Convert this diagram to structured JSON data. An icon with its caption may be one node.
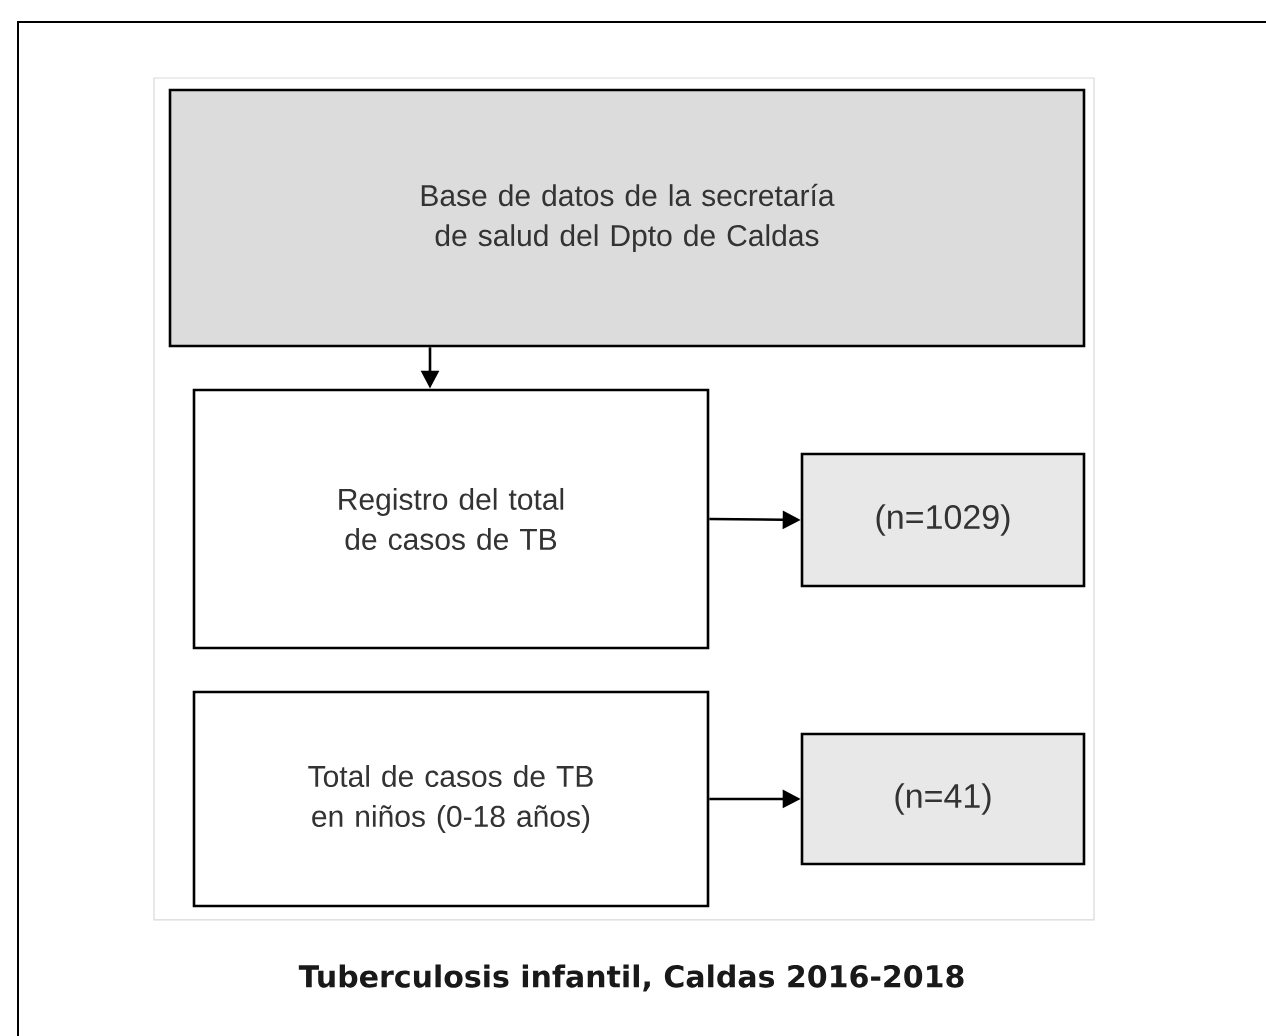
{
  "diagram": {
    "caption": "Tuberculosis infantil, Caldas 2016-2018",
    "nodes": [
      {
        "text": [
          "Base de datos de la secretaría de salud del Dpto de Caldas"
        ]
      },
      {
        "text": [
          "Registro del total de casos de TB"
        ]
      },
      {
        "text": [
          "(n=1029)"
        ]
      },
      {
        "text": [
          "Total de casos de TB en niños (0-18 años)"
        ]
      },
      {
        "text": [
          "(n=41)"
        ]
      }
    ],
    "edges": [
      {
        "from": 0,
        "to": 1,
        "arrow": "to"
      },
      {
        "from": 1,
        "to": 2,
        "arrow": "to"
      },
      {
        "from": 3,
        "to": 4,
        "arrow": "to"
      }
    ]
  }
}
